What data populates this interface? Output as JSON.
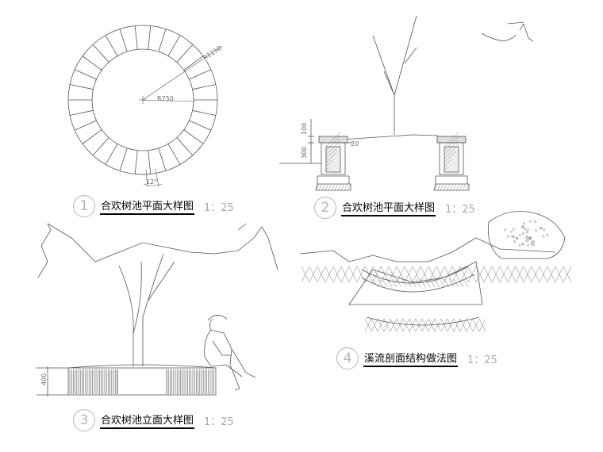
{
  "details": [
    {
      "num": "1",
      "title": "合欢树池平面大样图",
      "scale": "1：25"
    },
    {
      "num": "2",
      "title": "合欢树池平面大样图",
      "scale": "1：25"
    },
    {
      "num": "3",
      "title": "合欢树池立面大样图",
      "scale": "1：25"
    },
    {
      "num": "4",
      "title": "溪流剖面结构做法图",
      "scale": "1：25"
    }
  ],
  "dims": {
    "outer_radius": "R1150",
    "inner_radius": "R750",
    "angle": "12°",
    "h100": "100",
    "h300": "300",
    "w20": "20",
    "h400": "400"
  },
  "colors": {
    "line": "#555555",
    "hatch": "#777777",
    "label_gray": "#b5b5b5"
  }
}
